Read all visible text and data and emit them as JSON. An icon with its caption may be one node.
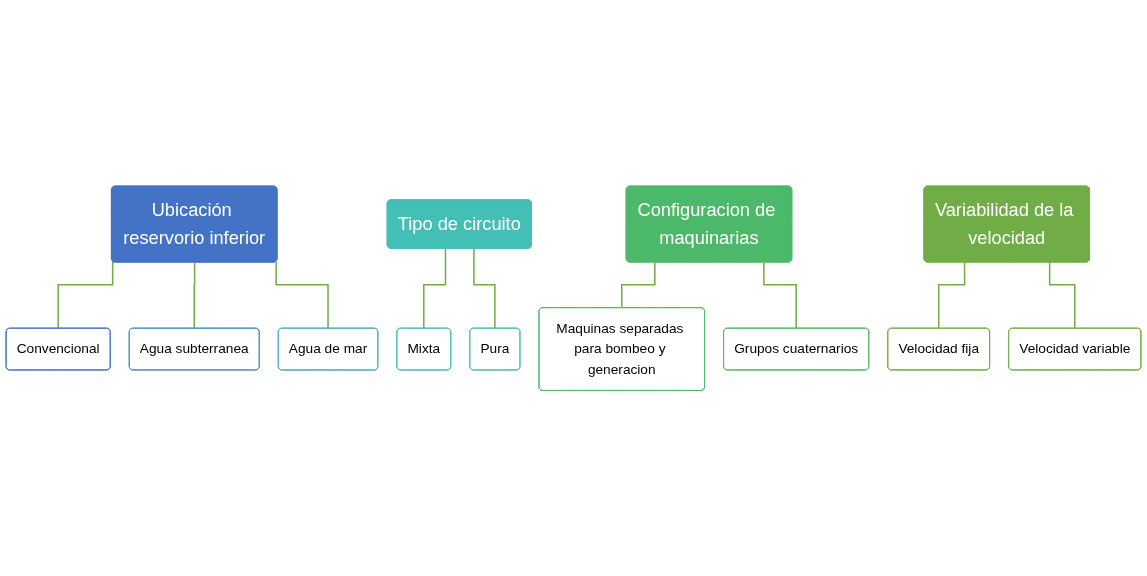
{
  "diagram": {
    "nodes": [
      {
        "text": [
          "Ubicación reservorio inferior"
        ]
      },
      {
        "text": [
          "Convencional"
        ]
      },
      {
        "text": [
          "Agua subterranea"
        ]
      },
      {
        "text": [
          "Agua de mar"
        ]
      },
      {
        "text": [
          "Tipo de circuito"
        ]
      },
      {
        "text": [
          "Mixta"
        ]
      },
      {
        "text": [
          "Pura"
        ]
      },
      {
        "text": [
          "Configuracion de maquinarias"
        ]
      },
      {
        "text": [
          "Maquinas separadas para bombeo y generacion"
        ]
      },
      {
        "text": [
          "Grupos cuaternarios"
        ]
      },
      {
        "text": [
          "Variabilidad de la velocidad"
        ]
      },
      {
        "text": [
          "Velocidad fija"
        ]
      },
      {
        "text": [
          "Velocidad variable"
        ]
      }
    ],
    "edges": [
      {
        "from": 0,
        "to": 1,
        "arrow": "none"
      },
      {
        "from": 0,
        "to": 2,
        "arrow": "none"
      },
      {
        "from": 0,
        "to": 3,
        "arrow": "none"
      },
      {
        "from": 4,
        "to": 5,
        "arrow": "none"
      },
      {
        "from": 4,
        "to": 6,
        "arrow": "none"
      },
      {
        "from": 7,
        "to": 8,
        "arrow": "none"
      },
      {
        "from": 7,
        "to": 9,
        "arrow": "none"
      },
      {
        "from": 10,
        "to": 11,
        "arrow": "none"
      },
      {
        "from": 10,
        "to": 12,
        "arrow": "none"
      }
    ]
  }
}
